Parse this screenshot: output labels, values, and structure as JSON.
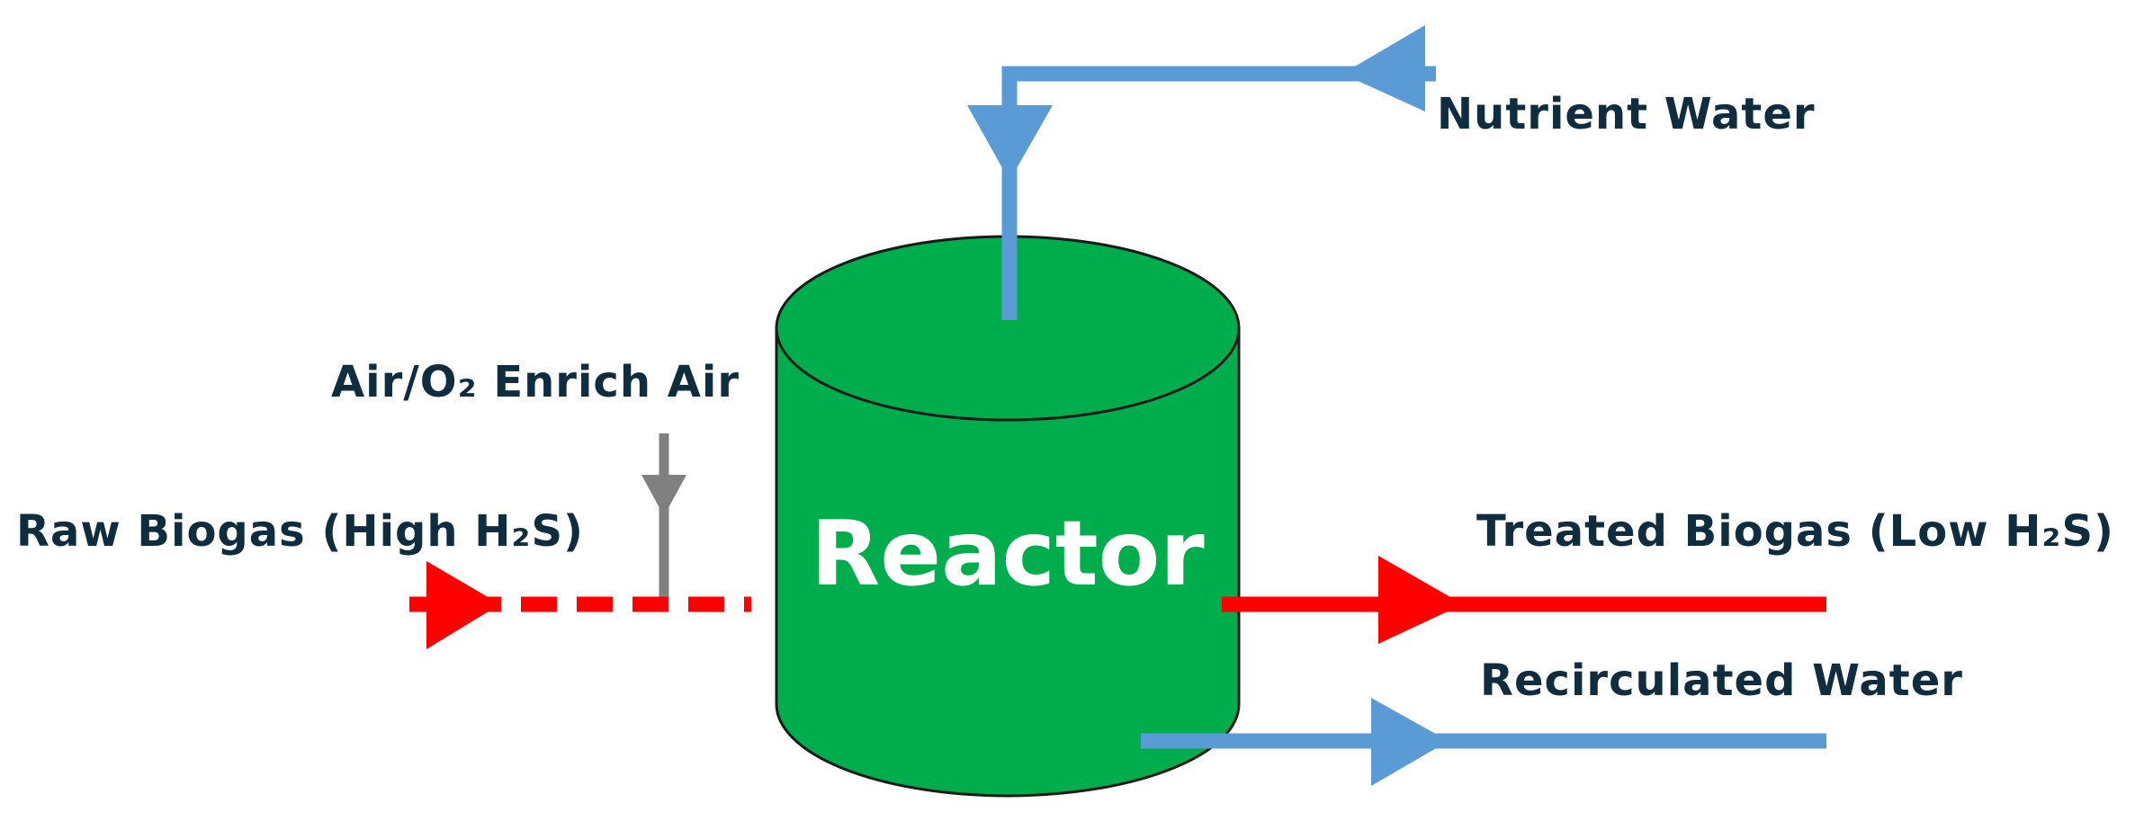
{
  "labels": {
    "nutrient_water": "Nutrient Water",
    "air_enrich": "Air/O₂ Enrich Air",
    "raw_biogas": "Raw Biogas (High H₂S)",
    "treated_biogas": "Treated Biogas (Low H₂S)",
    "recirculated_water": "Recirculated Water",
    "reactor": "Reactor"
  },
  "colors": {
    "label_text": "#0f2d3f",
    "reactor_fill": "#00ad4c",
    "reactor_text": "#ffffff",
    "water_line": "#5b9bd5",
    "gas_line": "#ff0000",
    "air_line": "#808080"
  }
}
